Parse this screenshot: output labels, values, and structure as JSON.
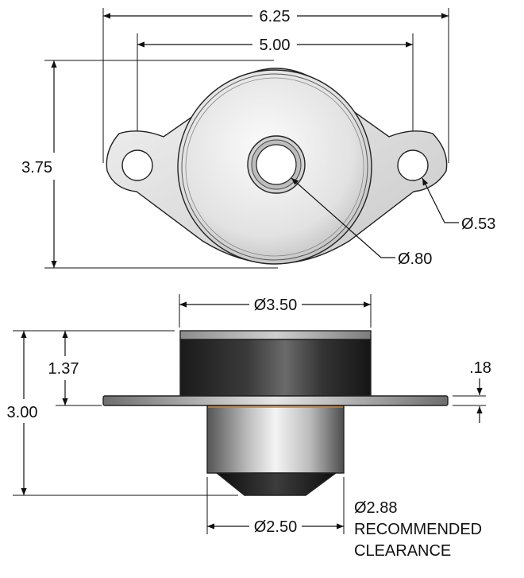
{
  "top_view": {
    "overall_width": "6.25",
    "hole_spacing": "5.00",
    "overall_height": "3.75",
    "hole_diameter": "Ø.53",
    "center_bore_diameter": "Ø.80"
  },
  "side_view": {
    "top_diameter": "Ø3.50",
    "top_height": "1.37",
    "flange_thickness": ".18",
    "overall_height": "3.00",
    "bottom_diameter": "Ø2.50",
    "clearance_diameter": "Ø2.88",
    "clearance_line1": "RECOMMENDED",
    "clearance_line2": "CLEARANCE"
  }
}
